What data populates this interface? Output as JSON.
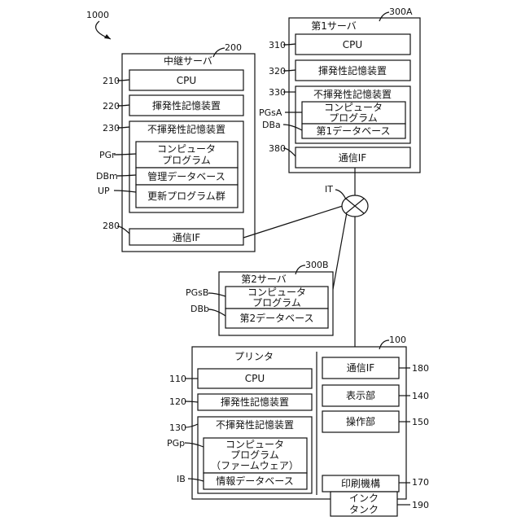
{
  "figure_ref": "1000",
  "relay_server": {
    "ref": "200",
    "title": "中継サーバ",
    "cpu_ref": "210",
    "cpu": "CPU",
    "volatile_ref": "220",
    "volatile": "揮発性記憶装置",
    "nonvolatile_ref": "230",
    "nonvolatile": "不揮発性記憶装置",
    "program_ref": "PGr",
    "program_line1": "コンピュータ",
    "program_line2": "プログラム",
    "db_ref": "DBm",
    "db": "管理データベース",
    "update_ref": "UP",
    "update": "更新プログラム群",
    "comm_ref": "280",
    "comm": "通信IF"
  },
  "server1": {
    "ref": "300A",
    "title": "第1サーバ",
    "cpu_ref": "310",
    "cpu": "CPU",
    "volatile_ref": "320",
    "volatile": "揮発性記憶装置",
    "nonvolatile_ref": "330",
    "nonvolatile": "不揮発性記憶装置",
    "program_ref": "PGsA",
    "program_line1": "コンピュータ",
    "program_line2": "プログラム",
    "db_ref": "DBa",
    "db": "第1データベース",
    "comm_ref": "380",
    "comm": "通信IF"
  },
  "network": {
    "ref": "IT"
  },
  "server2": {
    "ref": "300B",
    "title": "第2サーバ",
    "program_ref": "PGsB",
    "program_line1": "コンピュータ",
    "program_line2": "プログラム",
    "db_ref": "DBb",
    "db": "第2データベース"
  },
  "printer": {
    "ref": "100",
    "title": "プリンタ",
    "cpu_ref": "110",
    "cpu": "CPU",
    "volatile_ref": "120",
    "volatile": "揮発性記憶装置",
    "nonvolatile_ref": "130",
    "nonvolatile": "不揮発性記憶装置",
    "program_ref": "PGp",
    "program_line1": "コンピュータ",
    "program_line2": "プログラム",
    "program_line3": "（ファームウェア）",
    "info_ref": "IB",
    "info": "情報データベース",
    "comm_ref": "180",
    "comm": "通信IF",
    "display_ref": "140",
    "display": "表示部",
    "operation_ref": "150",
    "operation": "操作部",
    "print_ref": "170",
    "print": "印刷機構",
    "ink_ref": "190",
    "ink_line1": "インク",
    "ink_line2": "タンク"
  }
}
